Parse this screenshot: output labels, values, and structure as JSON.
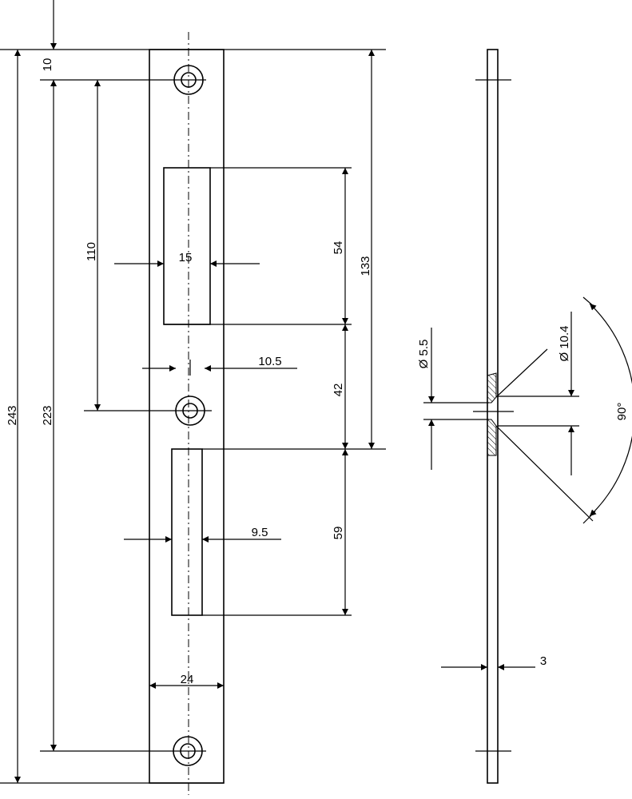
{
  "front_view": {
    "dims": {
      "overall_length": "243",
      "top_offset": "10",
      "hole_spacing": "223",
      "top_to_middle_hole": "110",
      "slot1_width": "15",
      "hole_diameter": "10.5",
      "slot2_width": "9.5",
      "plate_width": "24",
      "slot1_height": "54",
      "gap_between_slots": "42",
      "slot2_height": "59",
      "top_to_slot2": "133"
    }
  },
  "side_view": {
    "dims": {
      "hole_diameter": "Ø 5.5",
      "countersink_diameter": "Ø 10.4",
      "countersink_angle": "90°",
      "thickness": "3"
    }
  }
}
